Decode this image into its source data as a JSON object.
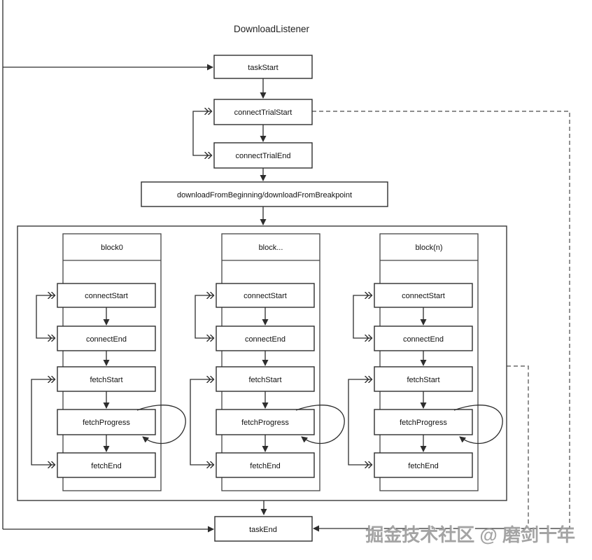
{
  "title": "DownloadListener",
  "main_flow": {
    "task_start": "taskStart",
    "connect_trial_start": "connectTrialStart",
    "connect_trial_end": "connectTrialEnd",
    "download_choice": "downloadFromBeginning/downloadFromBreakpoint",
    "task_end": "taskEnd"
  },
  "blocks": [
    {
      "header": "block0",
      "events": {
        "connect_start": "connectStart",
        "connect_end": "connectEnd",
        "fetch_start": "fetchStart",
        "fetch_progress": "fetchProgress",
        "fetch_end": "fetchEnd"
      }
    },
    {
      "header": "block...",
      "events": {
        "connect_start": "connectStart",
        "connect_end": "connectEnd",
        "fetch_start": "fetchStart",
        "fetch_progress": "fetchProgress",
        "fetch_end": "fetchEnd"
      }
    },
    {
      "header": "block(n)",
      "events": {
        "connect_start": "connectStart",
        "connect_end": "connectEnd",
        "fetch_start": "fetchStart",
        "fetch_progress": "fetchProgress",
        "fetch_end": "fetchEnd"
      }
    }
  ],
  "watermark": "掘金技术社区 @ 磨剑十年",
  "colors": {
    "line": "#2d2d2d",
    "box_fill": "#ffffff",
    "watermark_gray": "#9b9b9b",
    "background": "#ffffff"
  }
}
